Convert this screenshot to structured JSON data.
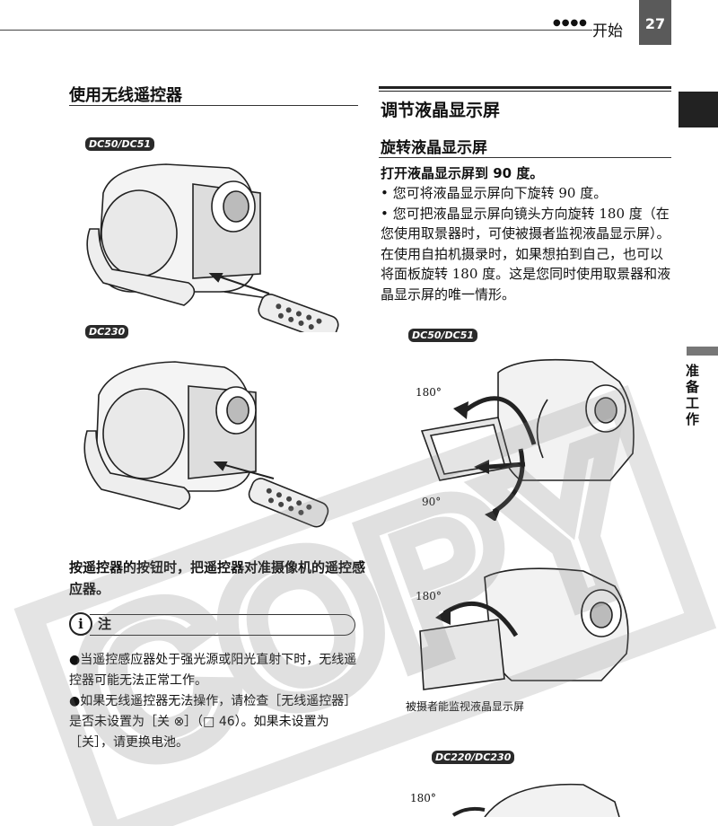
{
  "header": {
    "dots": "●●●●",
    "section": "开始",
    "page_number": "27"
  },
  "side_tab": {
    "text": "准备工作"
  },
  "left": {
    "heading": "使用无线遥控器",
    "badges": [
      "DC50/DC51",
      "DC230"
    ],
    "instruction": "按遥控器的按钮时，把遥控器对准摄像机的遥控感应器。",
    "note": {
      "icon": "i",
      "label": "注",
      "items": [
        "●当遥控感应器处于强光源或阳光直射下时，无线遥控器可能无法正常工作。",
        "●如果无线遥控器无法操作，请检查［无线遥控器］是否未设置为［关 ⊗］（□ 46）。如果未设置为［关］，请更换电池。"
      ]
    }
  },
  "right": {
    "heading": "调节液晶显示屏",
    "subheading": "旋转液晶显示屏",
    "step": "打开液晶显示屏到 90 度。",
    "bullets": [
      "• 您可将液晶显示屏向下旋转 90 度。",
      "• 您可把液晶显示屏向镜头方向旋转 180 度（在您使用取景器时，可使被摄者监视液晶显示屏）。在使用自拍机摄录时，如果想拍到自己，也可以将面板旋转 180 度。这是您同时使用取景器和液晶显示屏的唯一情形。"
    ],
    "badges": [
      "DC50/DC51",
      "DC220/DC230"
    ],
    "angles": {
      "a180_1": "180°",
      "a90": "90°",
      "a180_2": "180°",
      "a180_3": "180°"
    },
    "caption": "被摄者能监视液晶显示屏"
  },
  "watermark": "COPY"
}
